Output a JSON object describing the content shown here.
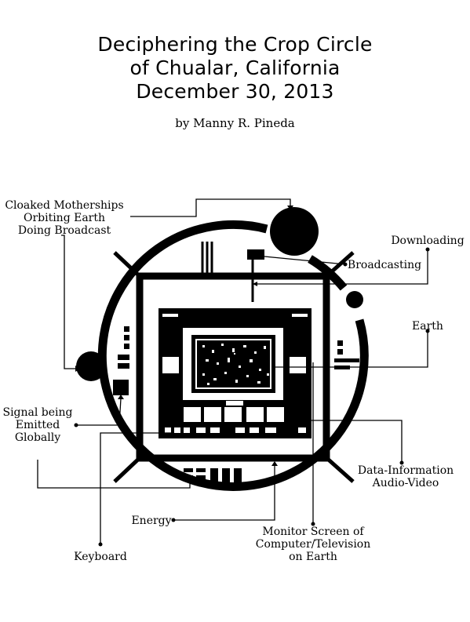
{
  "header": {
    "title_lines": [
      "Deciphering the Crop Circle",
      "of Chualar, California",
      "December 30, 2013"
    ],
    "byline": "by Manny R. Pineda"
  },
  "labels": {
    "motherships": [
      "Cloaked Motherships",
      "Orbiting Earth",
      "Doing Broadcast"
    ],
    "downloading": "Downloading",
    "broadcasting": "Broadcasting",
    "earth": "Earth",
    "signal": [
      "Signal being",
      "Emitted",
      "Globally"
    ],
    "data_info": [
      "Data-Information",
      "Audio-Video"
    ],
    "energy": "Energy",
    "monitor": [
      "Monitor Screen of",
      "Computer/Television",
      "on Earth"
    ],
    "keyboard": "Keyboard"
  }
}
